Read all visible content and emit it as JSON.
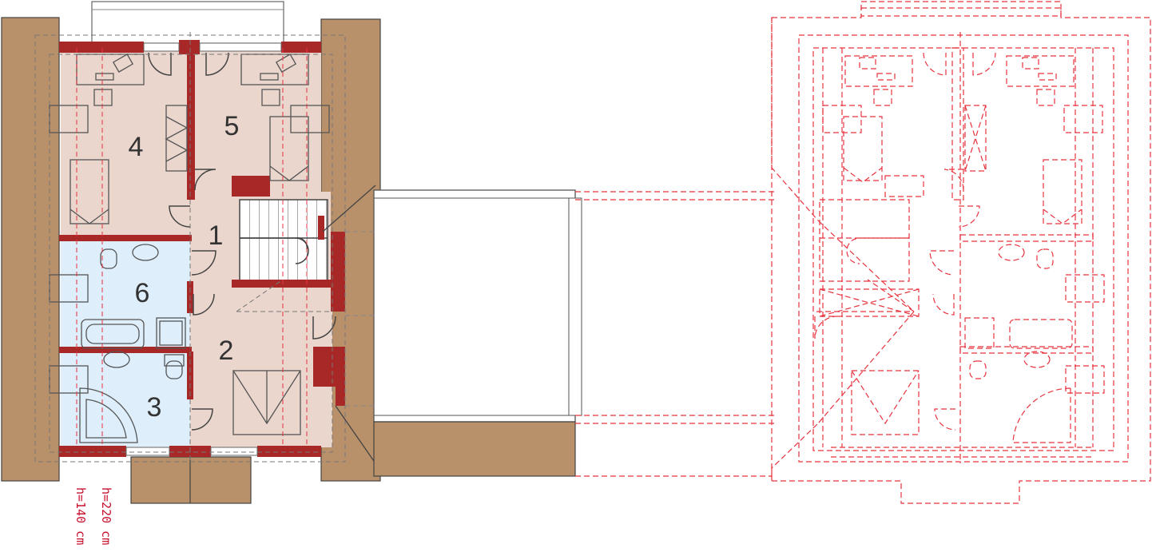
{
  "plan": {
    "rooms": [
      {
        "id": "hall",
        "label": "1"
      },
      {
        "id": "corridor",
        "label": "2"
      },
      {
        "id": "bathroom-small",
        "label": "3"
      },
      {
        "id": "bedroom-left",
        "label": "4"
      },
      {
        "id": "bedroom-right",
        "label": "5"
      },
      {
        "id": "bathroom-main",
        "label": "6"
      }
    ],
    "height_labels": [
      "h=220 cm",
      "h=140 cm"
    ],
    "colors": {
      "roof": "#b8906a",
      "wall": "#a82828",
      "floor_dry": "#ead6cc",
      "floor_wet": "#deeefa",
      "dashed": "#e8333f",
      "outline": "#555555"
    }
  }
}
